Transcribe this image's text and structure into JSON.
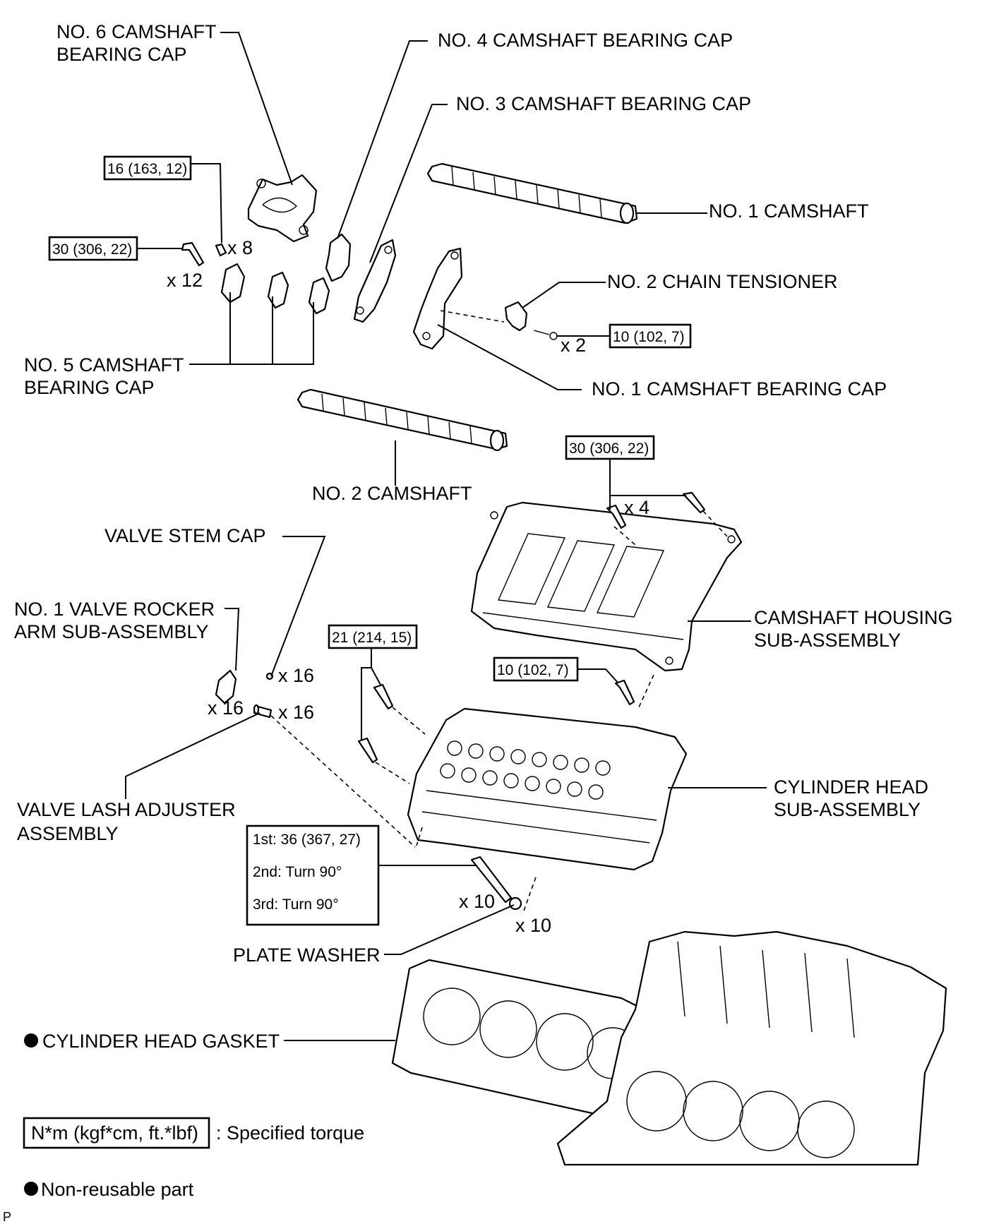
{
  "labels": {
    "cap6_l1": "NO. 6 CAMSHAFT",
    "cap6_l2": "BEARING CAP",
    "cap4": "NO. 4 CAMSHAFT BEARING CAP",
    "cap3": "NO. 3 CAMSHAFT BEARING CAP",
    "camshaft1": "NO. 1 CAMSHAFT",
    "tensioner2": "NO. 2 CHAIN TENSIONER",
    "cap5_l1": "NO. 5 CAMSHAFT",
    "cap5_l2": "BEARING CAP",
    "cap1": "NO. 1 CAMSHAFT BEARING CAP",
    "camshaft2": "NO. 2 CAMSHAFT",
    "valve_stem_cap": "VALVE STEM CAP",
    "rocker_l1": "NO. 1 VALVE ROCKER",
    "rocker_l2": "ARM SUB-ASSEMBLY",
    "housing_l1": "CAMSHAFT HOUSING",
    "housing_l2": "SUB-ASSEMBLY",
    "lash_l1": "VALVE LASH ADJUSTER",
    "lash_l2": "ASSEMBLY",
    "head_l1": "CYLINDER HEAD",
    "head_l2": "SUB-ASSEMBLY",
    "plate_washer": "PLATE WASHER",
    "gasket": "CYLINDER HEAD GASKET"
  },
  "torques": {
    "t1": "16 (163, 12)",
    "t2": "30 (306, 22)",
    "t3": "10 (102, 7)",
    "t4": "30 (306, 22)",
    "t5": "21 (214, 15)",
    "t6": "10 (102, 7)",
    "head_bolt_1": "1st: 36 (367, 27)",
    "head_bolt_2": "2nd:  Turn 90°",
    "head_bolt_3": "3rd:  Turn 90°"
  },
  "quantities": {
    "q_x8": "x 8",
    "q_x12": "x 12",
    "q_x2": "x 2",
    "q_x4": "x 4",
    "q_stem": "x 16",
    "q_rocker": "x 16",
    "q_lash": "x 16",
    "q_bolt10": "x 10",
    "q_washer10": "x 10"
  },
  "legend": {
    "torque_unit": "N*m (kgf*cm, ft.*lbf)",
    "torque_desc": ": Specified torque",
    "nonreusable_desc": "Non-reusable part"
  },
  "corner_mark": "P"
}
